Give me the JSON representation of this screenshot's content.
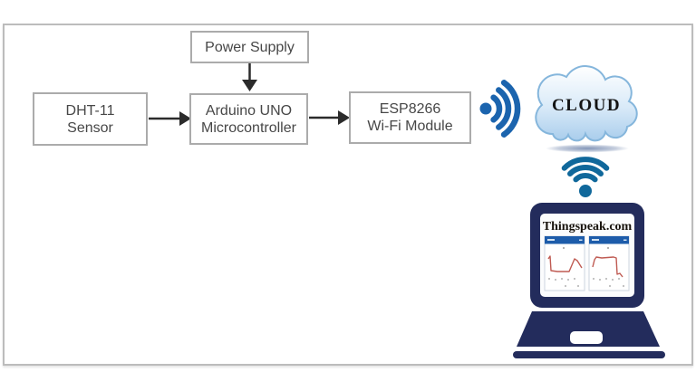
{
  "blocks": {
    "power_supply": {
      "label": "Power Supply"
    },
    "dht11": {
      "line1": "DHT-11",
      "line2": "Sensor"
    },
    "arduino": {
      "line1": "Arduino UNO",
      "line2": "Microcontroller"
    },
    "esp8266": {
      "line1": "ESP8266",
      "line2": "Wi-Fi Module"
    }
  },
  "cloud": {
    "label": "CLOUD"
  },
  "laptop": {
    "title": "Thingspeak.com"
  },
  "icons": {
    "horizontal_signal": "wifi-signal-right-icon",
    "vertical_signal": "wifi-icon"
  },
  "colors": {
    "frame_border": "#bcbcbc",
    "box_border": "#ababab",
    "box_text": "#474747",
    "arrow": "#2b2b2b",
    "wifi_blue": "#1b64ae",
    "wifi_teal": "#10689b",
    "cloud_outline": "#85b6dc",
    "cloud_fill_bottom": "#a9cdec",
    "laptop_navy": "#232c5c",
    "chart_header_blue": "#1d5caa",
    "chart_line_red": "#bf5a52"
  }
}
